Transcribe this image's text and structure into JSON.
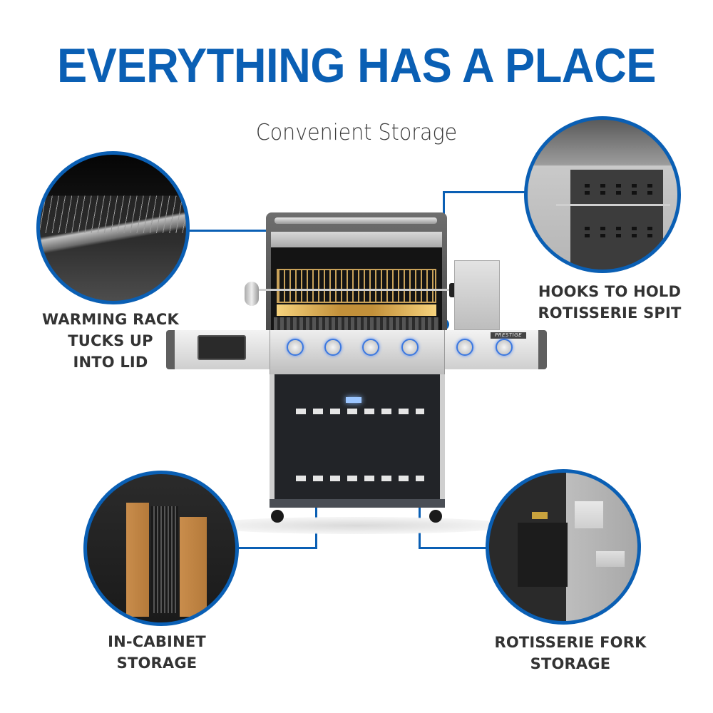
{
  "header": {
    "title": "EVERYTHING HAS A PLACE",
    "subtitle": "Convenient Storage"
  },
  "callouts": [
    {
      "id": "warming-rack",
      "lines": [
        "WARMING RACK",
        "TUCKS UP",
        "INTO LID"
      ],
      "image": "warming-rack-closeup"
    },
    {
      "id": "rotisserie-spit-hooks",
      "lines": [
        "HOOKS TO HOLD",
        "ROTISSERIE SPIT"
      ],
      "image": "rotisserie-spit-hooks-closeup"
    },
    {
      "id": "in-cabinet-storage",
      "lines": [
        "IN-CABINET",
        "STORAGE"
      ],
      "image": "cutting-boards-in-cabinet-closeup"
    },
    {
      "id": "rotisserie-fork-storage",
      "lines": [
        "ROTISSERIE FORK",
        "STORAGE"
      ],
      "image": "rotisserie-fork-storage-closeup"
    }
  ],
  "product": {
    "name": "gas-grill",
    "badge": "PRESTIGE",
    "knob_count": 6
  },
  "colors": {
    "accent": "#0a5fb4",
    "text": "#333333",
    "background": "#ffffff"
  }
}
